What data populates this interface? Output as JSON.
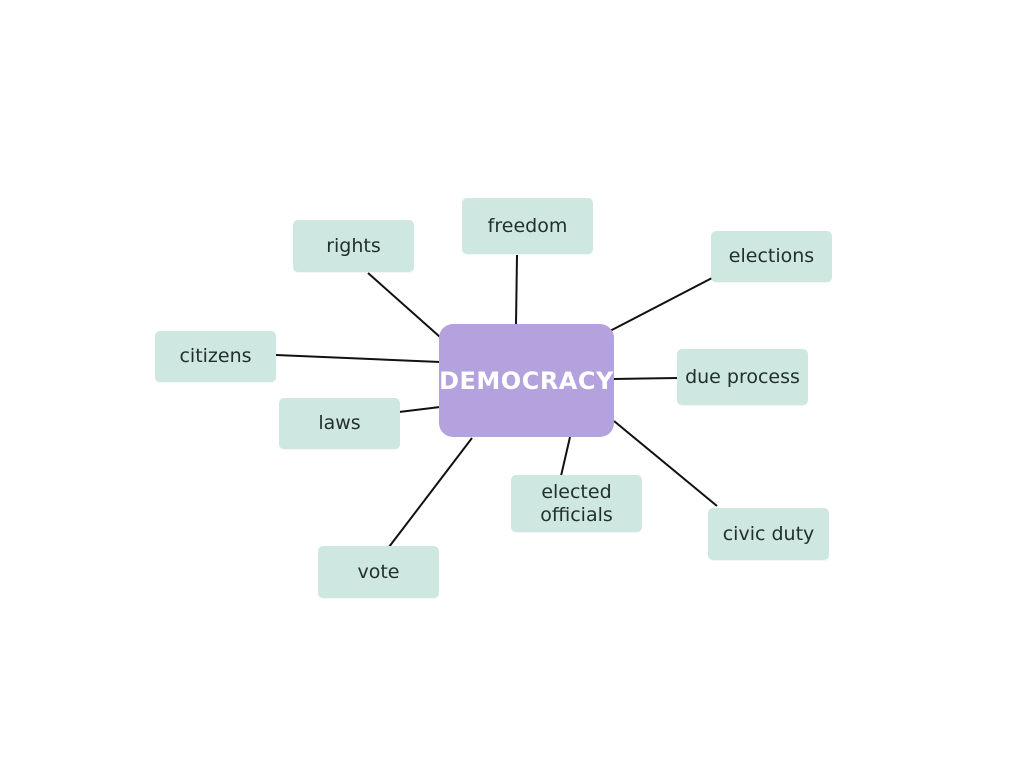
{
  "center": {
    "label": "DEMOCRACY",
    "color": "#b3a2de"
  },
  "nodes": {
    "rights": "rights",
    "freedom": "freedom",
    "elections": "elections",
    "citizens": "citizens",
    "due_process": "due process",
    "laws": "laws",
    "elected_officials": "elected\nofficials",
    "civic_duty": "civic duty",
    "vote": "vote"
  },
  "colors": {
    "node_fill": "#cfe7e1",
    "node_text": "#22302d",
    "connector": "#111111",
    "background": "#ffffff"
  }
}
